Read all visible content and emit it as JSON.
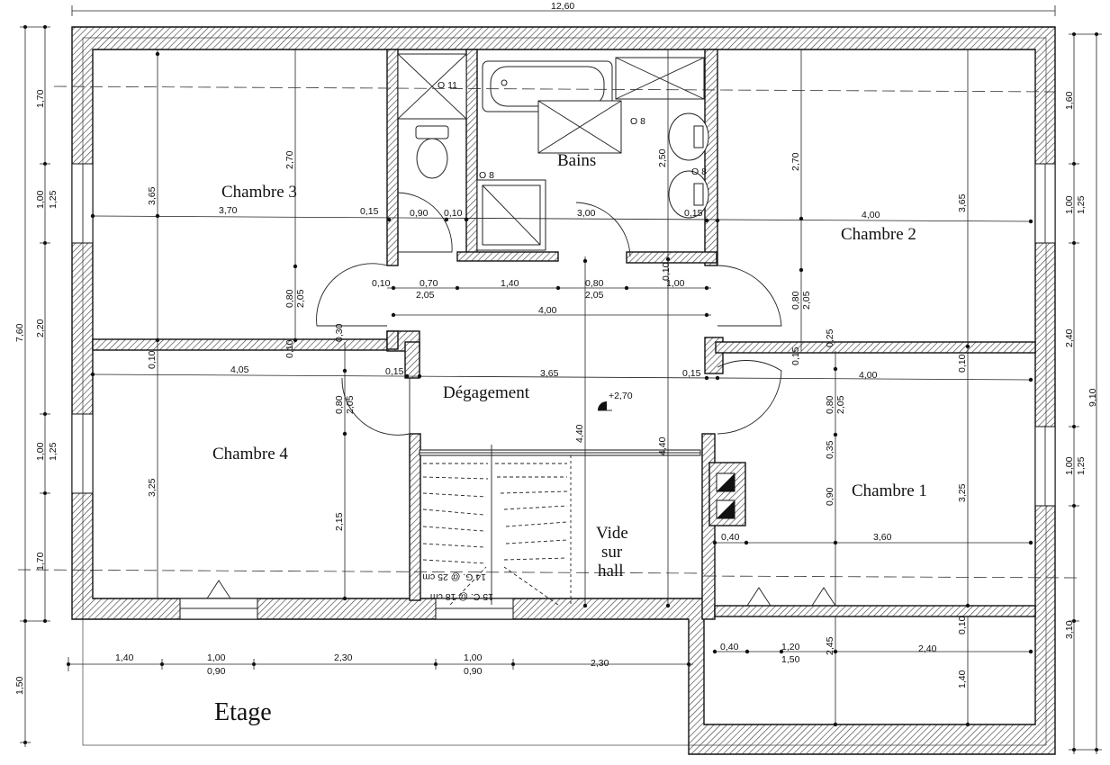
{
  "title": "Etage",
  "rooms": {
    "chambre3": "Chambre 3",
    "chambre2": "Chambre 2",
    "chambre4": "Chambre 4",
    "chambre1": "Chambre 1",
    "bains": "Bains",
    "degagement": "Dégagement",
    "vide1": "Vide",
    "vide2": "sur",
    "vide3": "hall"
  },
  "stair": {
    "line1": "15 C. @ 18 cm",
    "line2": "14 G. @ 25 cm"
  },
  "level": "+2,70",
  "top_dims": {
    "overall": "12,60"
  },
  "left_dims": {
    "total": "7,60",
    "a": "1,70",
    "b": "1,00",
    "b2": "1,25",
    "c": "2,20",
    "d": "1,00",
    "d2": "1,25",
    "e": "1,70",
    "f": "1,50"
  },
  "right_dims": {
    "total": "9,10",
    "a": "1,60",
    "b": "1,00",
    "b2": "1,25",
    "c": "2,40",
    "d": "1,00",
    "d2": "1,25",
    "e": "3,10"
  },
  "bottom_dims": {
    "a": "1,40",
    "b": "1,00",
    "b2": "0,90",
    "c": "2,30",
    "d": "1,00",
    "d2": "0,90",
    "e": "2,30"
  },
  "inner_dims": {
    "ch3_w": "3,70",
    "ch3_h": "3,65",
    "ch3_h2": "2,70",
    "s015a": "0,15",
    "s090": "0,90",
    "s010a": "0,10",
    "bains_w": "3,00",
    "s015b": "0,15",
    "ch2_w": "4,00",
    "ch2_h": "3,65",
    "ch2_h2": "2,70",
    "bains_h": "2,50",
    "o11": "O 11",
    "o8a": "O 8",
    "o8b": "O 8",
    "o8c": "O 8",
    "s010b": "0,10",
    "s070": "0,70",
    "s140": "1,40",
    "s080a": "0,80",
    "s100": "1,00",
    "s205a": "2,05",
    "s205b": "2,05",
    "s400a": "4,00",
    "s010c": "0,10",
    "v080a": "0,80",
    "v205a": "2,05",
    "v030": "0,30",
    "v010a": "0,10",
    "v010b": "0,10",
    "ch4_w": "4,05",
    "s015c": "0,15",
    "dg_w": "3,65",
    "s015d": "0,15",
    "ch1_w": "4,00",
    "v080b": "0,80",
    "v205b": "2,05",
    "v080c": "0,80",
    "v205c": "2,05",
    "v080d": "0,80",
    "v205d": "2,05",
    "v015": "0,15",
    "v025": "0,25",
    "v010c": "0,10",
    "ch4_h": "3,25",
    "ch4_h2": "2,15",
    "v440a": "4,40",
    "v440b": "4,40",
    "v035": "0,35",
    "v090": "0,90",
    "ch1_h": "3,25",
    "s040a": "0,40",
    "s360": "3,60",
    "s040b": "0,40",
    "s120": "1,20",
    "s150": "1,50",
    "s240": "2,40",
    "v245": "2,45",
    "v010d": "0,10",
    "v140": "1,40"
  },
  "colors": {
    "line": "#111111",
    "background": "#ffffff"
  }
}
